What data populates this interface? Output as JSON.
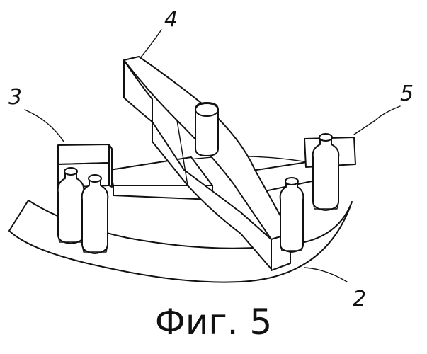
{
  "figure": {
    "caption": "Фиг. 5",
    "labels": {
      "ref_2": "2",
      "ref_3": "3",
      "ref_4": "4",
      "ref_5": "5"
    },
    "line_color": "#111111",
    "background_color": "#ffffff"
  }
}
